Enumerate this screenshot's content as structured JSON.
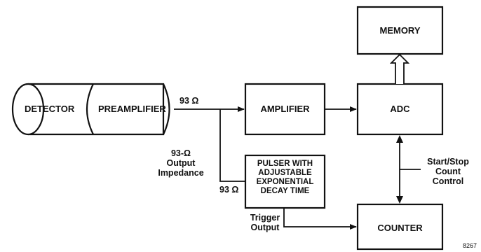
{
  "blocks": {
    "detector": "DETECTOR",
    "preamplifier": "PREAMPLIFIER",
    "amplifier": "AMPLIFIER",
    "adc": "ADC",
    "memory": "MEMORY",
    "counter": "COUNTER",
    "pulser_line1": "PULSER WITH",
    "pulser_line2": "ADJUSTABLE",
    "pulser_line3": "EXPONENTIAL",
    "pulser_line4": "DECAY TIME"
  },
  "labels": {
    "impedance_top": "93 Ω",
    "impedance_bottom": "93 Ω",
    "output_impedance_line1": "93-Ω",
    "output_impedance_line2": "Output",
    "output_impedance_line3": "Impedance",
    "trigger_line1": "Trigger",
    "trigger_line2": "Output",
    "control_line1": "Start/Stop",
    "control_line2": "Count",
    "control_line3": "Control",
    "figure_number": "8267"
  },
  "colors": {
    "ink": "#111111",
    "background": "#ffffff"
  }
}
